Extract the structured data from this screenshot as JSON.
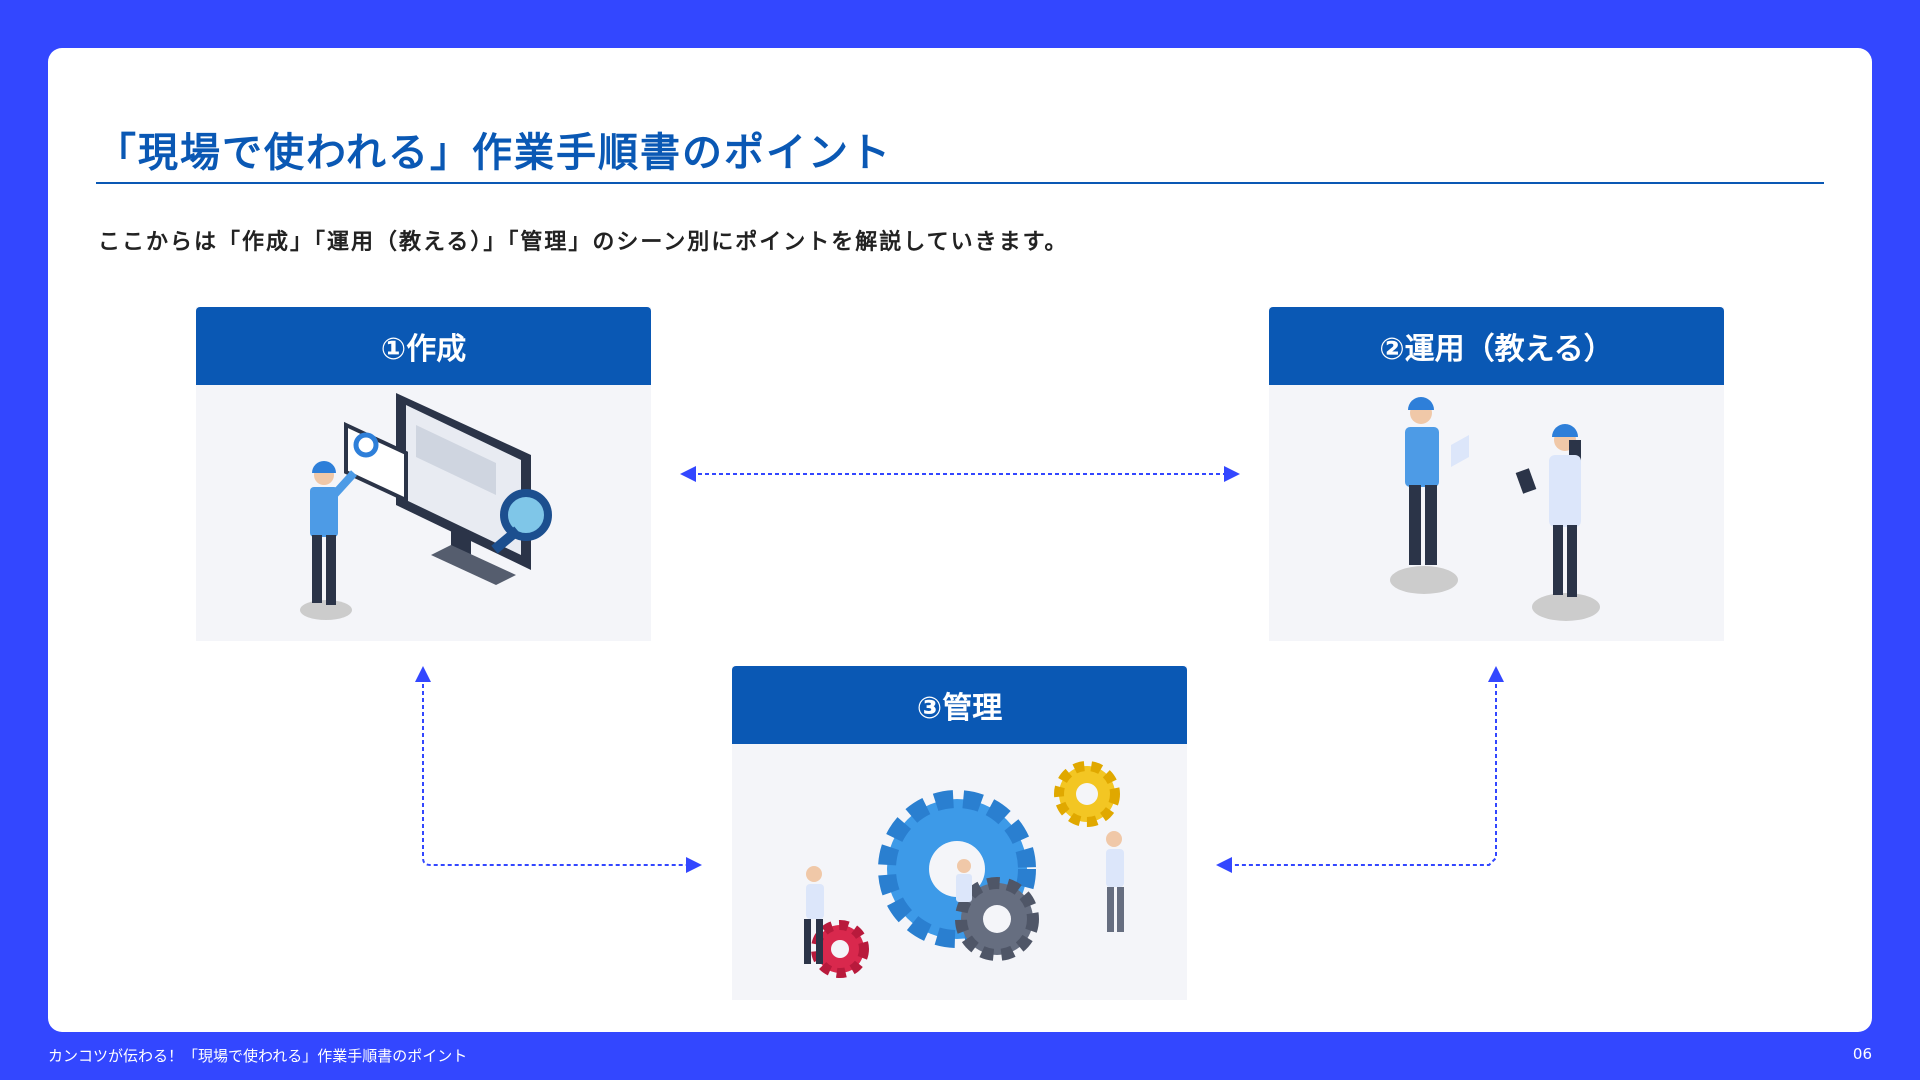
{
  "slide": {
    "title": "「現場で使われる」作業手順書のポイント",
    "lead": "ここからは「作成」「運用（教える）」「管理」のシーン別にポイントを解説していきます。",
    "cards": [
      {
        "label": "①作成"
      },
      {
        "label": "②運用（教える）"
      },
      {
        "label": "③管理"
      }
    ]
  },
  "footer": {
    "text": "カンコツが伝わる！「現場で使われる」作業手順書のポイント",
    "page_number": "06"
  },
  "colors": {
    "background": "#3347FF",
    "accent": "#0A58B4",
    "arrow": "#3347FF"
  }
}
